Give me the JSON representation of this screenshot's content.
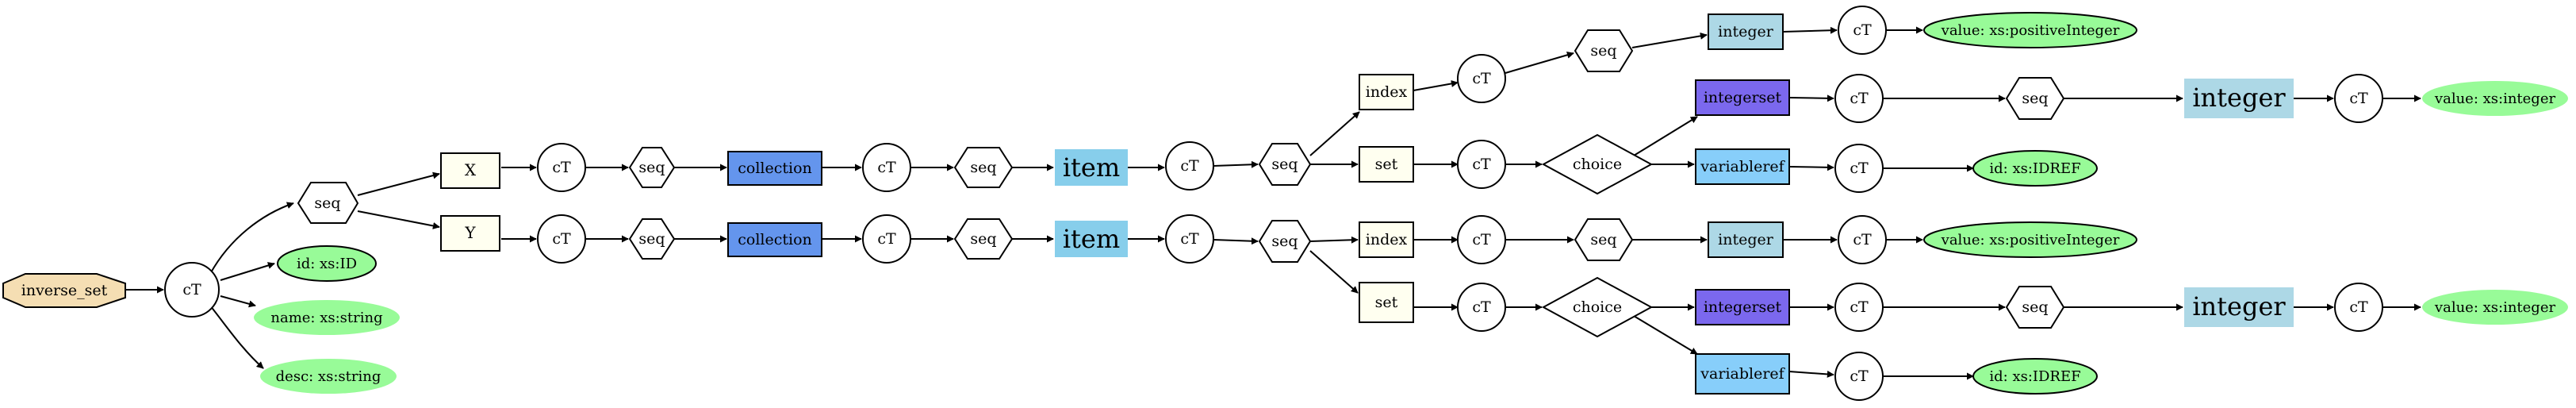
{
  "colors": {
    "root": "#f5deb3",
    "element": "#fffff0",
    "collection": "#6495ed",
    "item": "#87ceeb",
    "integer": "#add8e6",
    "integerset": "#7b68ee",
    "variableref": "#87cefa",
    "attribute": "#98fb98",
    "plain": "#ffffff"
  },
  "nodes": {
    "root": "inverse_set",
    "ct_root": "cT",
    "seq_root": "seq",
    "x": "X",
    "y": "Y",
    "attr_id": "id: xs:ID",
    "attr_name": "name: xs:string",
    "attr_desc": "desc: xs:string",
    "x_ct": "cT",
    "x_seq": "seq",
    "x_collection": "collection",
    "x_ct2": "cT",
    "x_seq2": "seq",
    "x_item": "item",
    "x_ct3": "cT",
    "x_seq3": "seq",
    "x_index": "index",
    "x_index_ct": "cT",
    "x_index_seq": "seq",
    "x_index_integer": "integer",
    "x_index_ct2": "cT",
    "x_index_value": "value: xs:positiveInteger",
    "x_set": "set",
    "x_set_ct": "cT",
    "x_choice": "choice",
    "x_integerset": "integerset",
    "x_integerset_ct": "cT",
    "x_integerset_seq": "seq",
    "x_integerset_integer": "integer",
    "x_integerset_ct2": "cT",
    "x_integerset_value": "value: xs:integer",
    "x_variableref": "variableref",
    "x_variableref_ct": "cT",
    "x_variableref_id": "id: xs:IDREF",
    "y_ct": "cT",
    "y_seq": "seq",
    "y_collection": "collection",
    "y_ct2": "cT",
    "y_seq2": "seq",
    "y_item": "item",
    "y_ct3": "cT",
    "y_seq3": "seq",
    "y_index": "index",
    "y_index_ct": "cT",
    "y_index_seq": "seq",
    "y_index_integer": "integer",
    "y_index_ct2": "cT",
    "y_index_value": "value: xs:positiveInteger",
    "y_set": "set",
    "y_set_ct": "cT",
    "y_choice": "choice",
    "y_integerset": "integerset",
    "y_integerset_ct": "cT",
    "y_integerset_seq": "seq",
    "y_integerset_integer": "integer",
    "y_integerset_ct2": "cT",
    "y_integerset_value": "value: xs:integer",
    "y_variableref": "variableref",
    "y_variableref_ct": "cT",
    "y_variableref_id": "id: xs:IDREF"
  }
}
